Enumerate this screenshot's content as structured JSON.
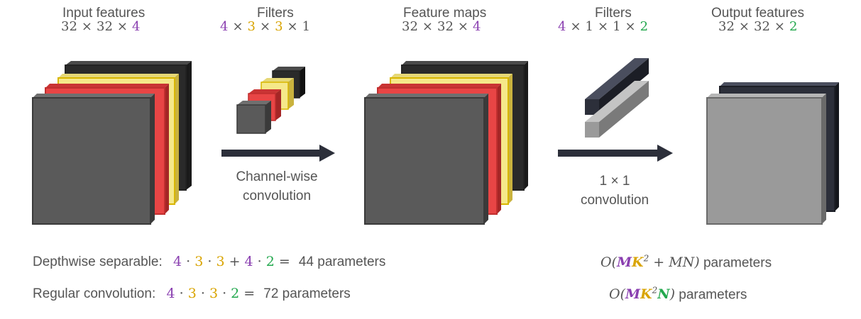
{
  "stages": {
    "input": {
      "title": "Input features",
      "dims": [
        "32",
        "32",
        "4"
      ]
    },
    "filters1": {
      "title": "Filters",
      "dims": [
        "4",
        "3",
        "3",
        "1"
      ]
    },
    "maps": {
      "title": "Feature maps",
      "dims": [
        "32",
        "32",
        "4"
      ]
    },
    "filters2": {
      "title": "Filters",
      "dims": [
        "4",
        "1",
        "1",
        "2"
      ]
    },
    "output": {
      "title": "Output features",
      "dims": [
        "32",
        "32",
        "2"
      ]
    }
  },
  "times_symbol": "×",
  "arrows": {
    "first": {
      "line1": "Channel-wise",
      "line2": "convolution"
    },
    "second": {
      "line1": "1 × 1",
      "line2": "convolution"
    }
  },
  "depthwise": {
    "label": "Depthwise separable:",
    "terms": [
      "4",
      "3",
      "3",
      "4",
      "2"
    ],
    "result": "44",
    "unit": "parameters",
    "complexity_unit": "parameters"
  },
  "regular": {
    "label": "Regular convolution:",
    "terms": [
      "4",
      "3",
      "3",
      "2"
    ],
    "result": "72",
    "unit": "parameters",
    "complexity_unit": "parameters"
  },
  "colors": {
    "channel_count": "#8a3fb0",
    "kernel_size": "#d9a400",
    "output_count": "#22a84d",
    "dark_block": "#5a5a5a",
    "black_block": "#2a2a2a",
    "yellow_block": "#f5e88a",
    "red_block": "#e84545",
    "navy_block": "#2c2f3a",
    "gray_block": "#9a9a9a"
  }
}
